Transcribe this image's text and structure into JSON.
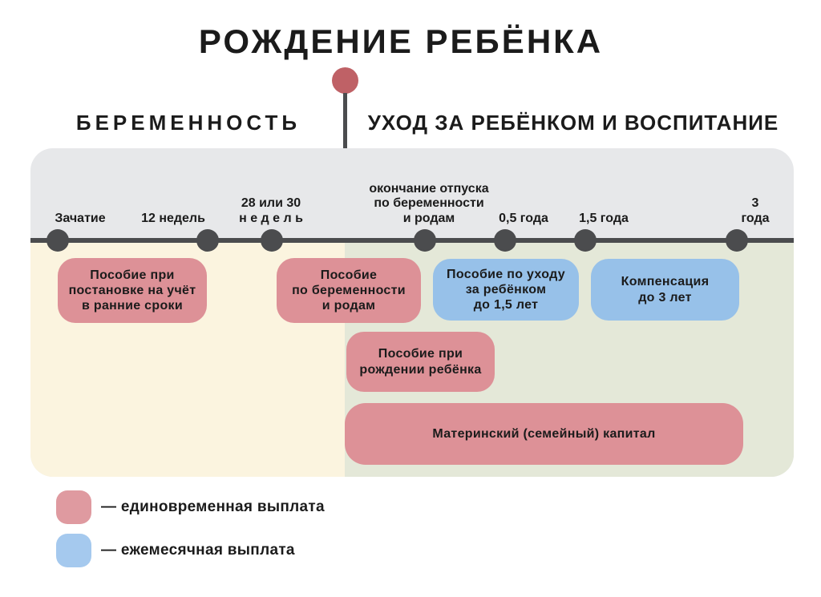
{
  "title": "РОЖДЕНИЕ РЕБЁНКА",
  "sections": {
    "pregnancy": "БЕРЕМЕННОСТЬ",
    "care": "УХОД ЗА РЕБЁНКОМ И ВОСПИТАНИЕ"
  },
  "timeline": {
    "ticks": [
      {
        "label": "Зачатие"
      },
      {
        "label": "12 недель"
      },
      {
        "label": "28 или 30\nн е д е л ь"
      },
      {
        "label": "окончание отпуска\nпо беременности\nи родам"
      },
      {
        "label": "0,5 года"
      },
      {
        "label": "1,5 года"
      },
      {
        "label": "3 года"
      }
    ]
  },
  "benefits": [
    {
      "label": "Пособие при\nпостановке на учёт\nв ранние сроки",
      "type": "one-time"
    },
    {
      "label": "Пособие\nпо беременности\nи родам",
      "type": "one-time"
    },
    {
      "label": "Пособие по уходу\nза ребёнком\nдо 1,5 лет",
      "type": "monthly"
    },
    {
      "label": "Компенсация\nдо 3 лет",
      "type": "monthly"
    },
    {
      "label": "Пособие при\nрождении ребёнка",
      "type": "one-time"
    },
    {
      "label": "Материнский (семейный) капитал",
      "type": "one-time"
    }
  ],
  "legend": [
    {
      "label": "— единовременная выплата",
      "type": "one-time"
    },
    {
      "label": "— ежемесячная выплата",
      "type": "monthly"
    }
  ],
  "colors": {
    "one_time_payment": "#DD9197",
    "monthly_payment": "#97C1E9",
    "timeline": "#4B4C4E",
    "birth_marker": "#BF6166",
    "header_band": "#E7E8EA",
    "pregnancy_background": "#FBF4DF",
    "care_background": "#E4E8D8"
  }
}
